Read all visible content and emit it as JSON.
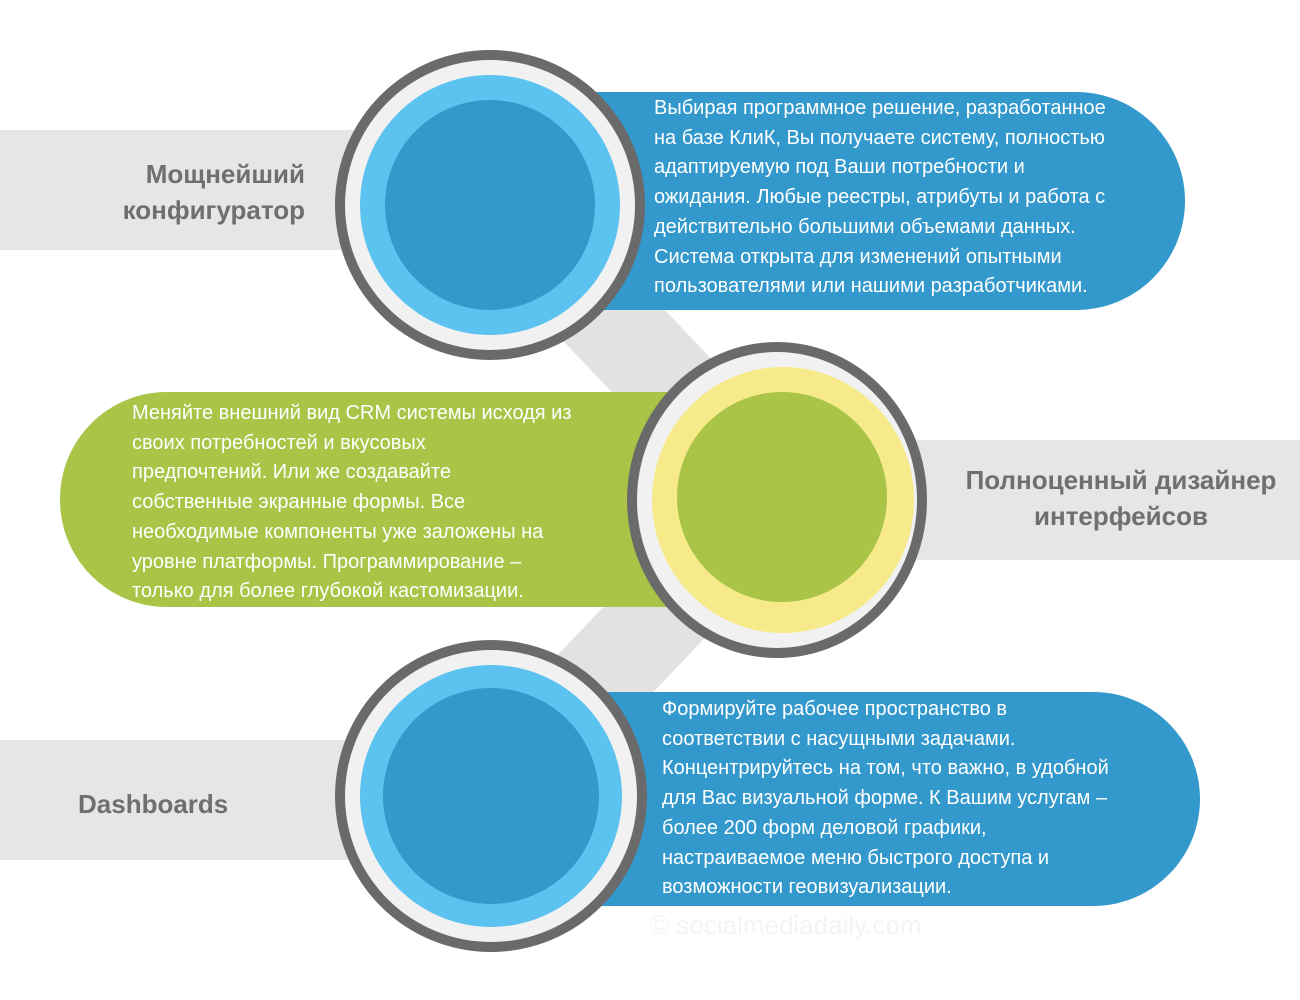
{
  "nodes": [
    {
      "title": "Мощнейший\nконфигуратор",
      "description": "Выбирая программное решение, разработанное\nна базе КлиК, Вы получаете систему, полностью\nадаптируемую под Ваши потребности и\nожидания. Любые реестры, атрибуты и работа с\nдействительно большими объемами данных.\nСистема открыта для изменений опытными\nпользователями или нашими разработчиками.",
      "ring_color": "#5cc3f0",
      "core_color": "#3399cc",
      "pill_color": "#3399cc"
    },
    {
      "title": "Полноценный дизайнер\nинтерфейсов",
      "description": "Меняйте внешний вид CRM системы исходя из\nсвоих потребностей и вкусовых\nпредпочтений.  Или же создавайте\nсобственные экранные формы. Все\nнеобходимые компоненты уже заложены на\nуровне платформы. Программирование –\nтолько для более глубокой кастомизации.",
      "ring_color": "#f7ea8a",
      "core_color": "#a9c447",
      "pill_color": "#a9c447"
    },
    {
      "title": "Dashboards",
      "description": "Формируйте рабочее пространство в\nсоответствии с насущными задачами.\nКонцентрируйтесь на том, что важно, в удобной\nдля Вас визуальной форме. К Вашим услугам –\nболее 200 форм деловой графики,\nнастраиваемое меню быстрого доступа и\nвозможности геовизуализации.",
      "ring_color": "#5cc3f0",
      "core_color": "#3399cc",
      "pill_color": "#3399cc"
    }
  ],
  "colors": {
    "strip": "#e6e6e6",
    "connector": "#e2e2e2",
    "outer_ring": "#6a6a6a",
    "white_ring": "#f1f1f1",
    "title_text": "#6f6f6f"
  },
  "watermark": "© socialmediadaily.com"
}
